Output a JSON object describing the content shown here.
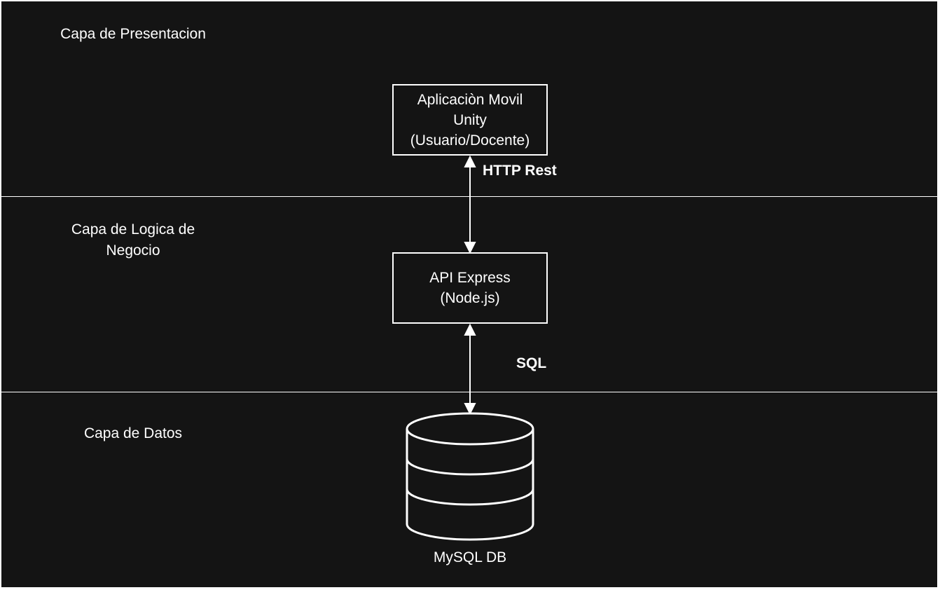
{
  "layers": [
    {
      "title": [
        "Capa de Presentacion"
      ]
    },
    {
      "title": [
        "Capa de Logica de",
        "Negocio"
      ]
    },
    {
      "title": [
        "Capa de Datos"
      ]
    }
  ],
  "nodes": {
    "app": {
      "lines": [
        "Aplicaciòn Movil",
        "Unity",
        "(Usuario/Docente)"
      ]
    },
    "api": {
      "lines": [
        "API Express",
        "(Node.js)"
      ]
    },
    "db": {
      "label": "MySQL DB"
    }
  },
  "edges": {
    "http": {
      "label": "HTTP Rest"
    },
    "sql": {
      "label": "SQL"
    }
  },
  "colors": {
    "background": "#141414",
    "stroke": "#ffffff",
    "text": "#ffffff"
  }
}
